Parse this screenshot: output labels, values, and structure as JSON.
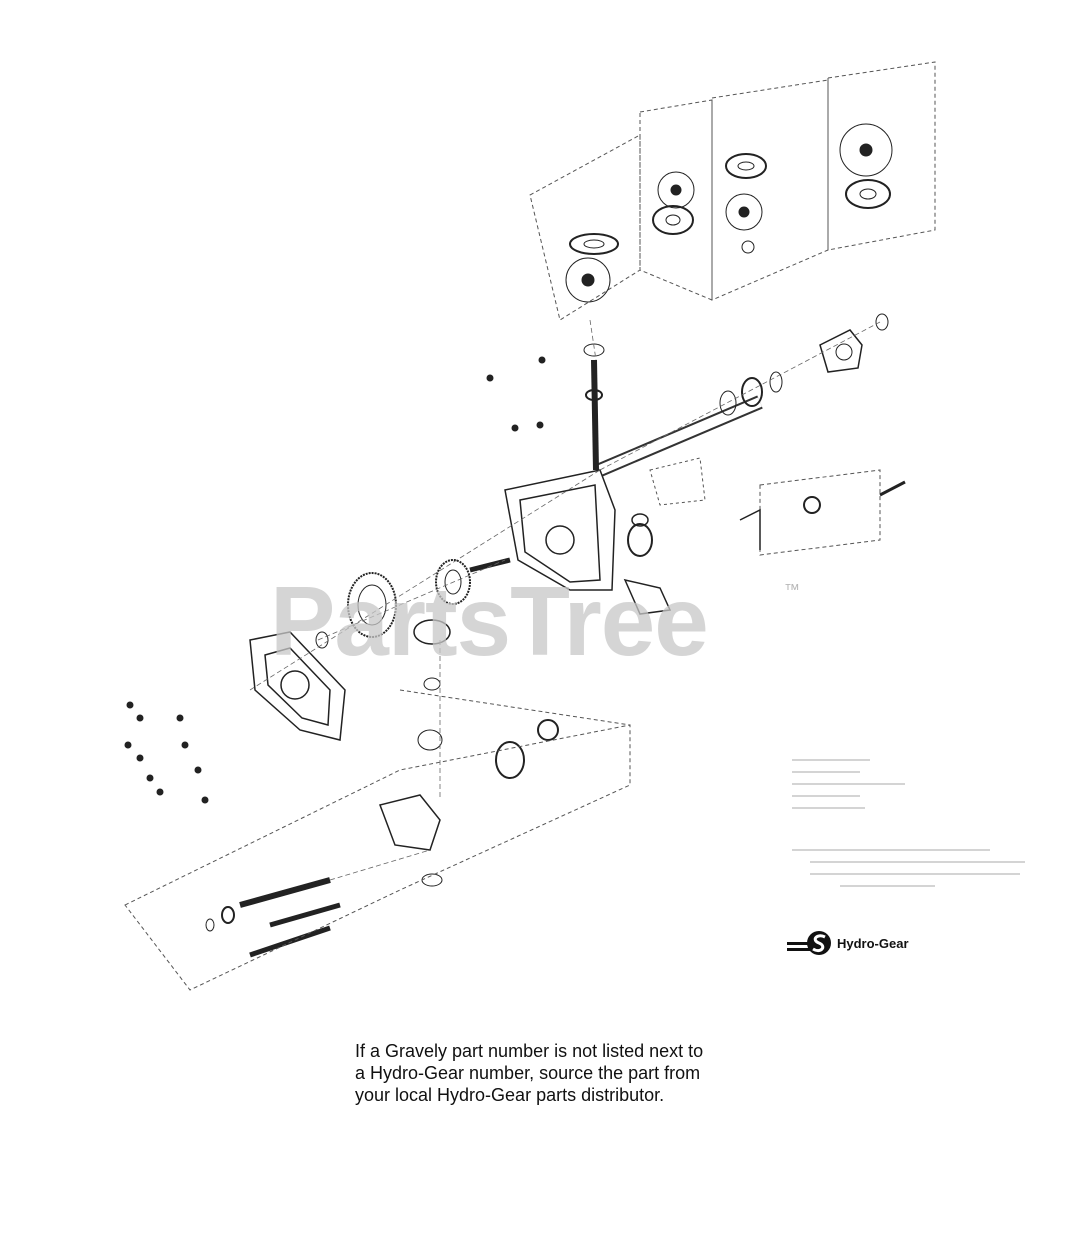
{
  "watermark": {
    "text": "PartsTree",
    "trademark": "™"
  },
  "logo": {
    "text": "Hydro-Gear"
  },
  "note": {
    "line1": "If a Gravely part number is not listed next to",
    "line2": "a Hydro-Gear number, source the part from",
    "line3": "your local Hydro-Gear parts distributor."
  }
}
